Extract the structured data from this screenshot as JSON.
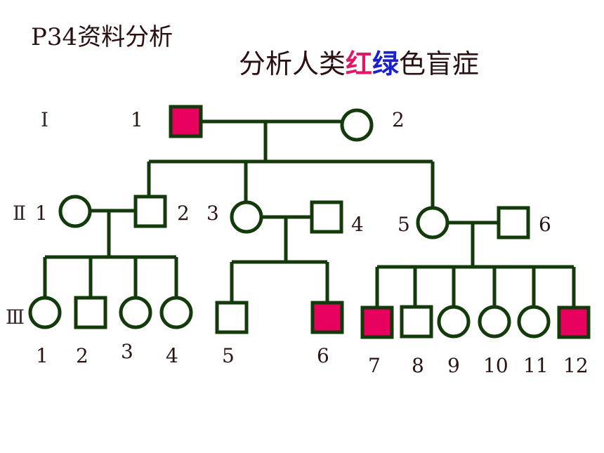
{
  "title": "P34资料分析",
  "subtitle": {
    "part1": "分析人类",
    "red": "红",
    "green": "绿",
    "part2": "色盲症"
  },
  "colors": {
    "line": "#123a0a",
    "affected": "#e8005f",
    "red_text": "#e0186a",
    "green_text": "#1a22d0"
  },
  "generations": [
    "Ⅰ",
    "Ⅱ",
    "Ⅲ"
  ],
  "individuals": [
    {
      "id": "I-1",
      "label": "1",
      "sex": "male",
      "affected": true
    },
    {
      "id": "I-2",
      "label": "2",
      "sex": "female",
      "affected": false
    },
    {
      "id": "II-1",
      "label": "1",
      "sex": "female",
      "affected": false
    },
    {
      "id": "II-2",
      "label": "2",
      "sex": "male",
      "affected": false
    },
    {
      "id": "II-3",
      "label": "3",
      "sex": "female",
      "affected": false
    },
    {
      "id": "II-4",
      "label": "4",
      "sex": "male",
      "affected": false
    },
    {
      "id": "II-5",
      "label": "5",
      "sex": "female",
      "affected": false
    },
    {
      "id": "II-6",
      "label": "6",
      "sex": "male",
      "affected": false
    },
    {
      "id": "III-1",
      "label": "1",
      "sex": "female",
      "affected": false
    },
    {
      "id": "III-2",
      "label": "2",
      "sex": "male",
      "affected": false
    },
    {
      "id": "III-3",
      "label": "3",
      "sex": "female",
      "affected": false
    },
    {
      "id": "III-4",
      "label": "4",
      "sex": "female",
      "affected": false
    },
    {
      "id": "III-5",
      "label": "5",
      "sex": "male",
      "affected": false
    },
    {
      "id": "III-6",
      "label": "6",
      "sex": "male",
      "affected": true
    },
    {
      "id": "III-7",
      "label": "7",
      "sex": "male",
      "affected": true
    },
    {
      "id": "III-8",
      "label": "8",
      "sex": "male",
      "affected": false
    },
    {
      "id": "III-9",
      "label": "9",
      "sex": "female",
      "affected": false
    },
    {
      "id": "III-10",
      "label": "10",
      "sex": "female",
      "affected": false
    },
    {
      "id": "III-11",
      "label": "11",
      "sex": "female",
      "affected": false
    },
    {
      "id": "III-12",
      "label": "12",
      "sex": "male",
      "affected": true
    }
  ]
}
